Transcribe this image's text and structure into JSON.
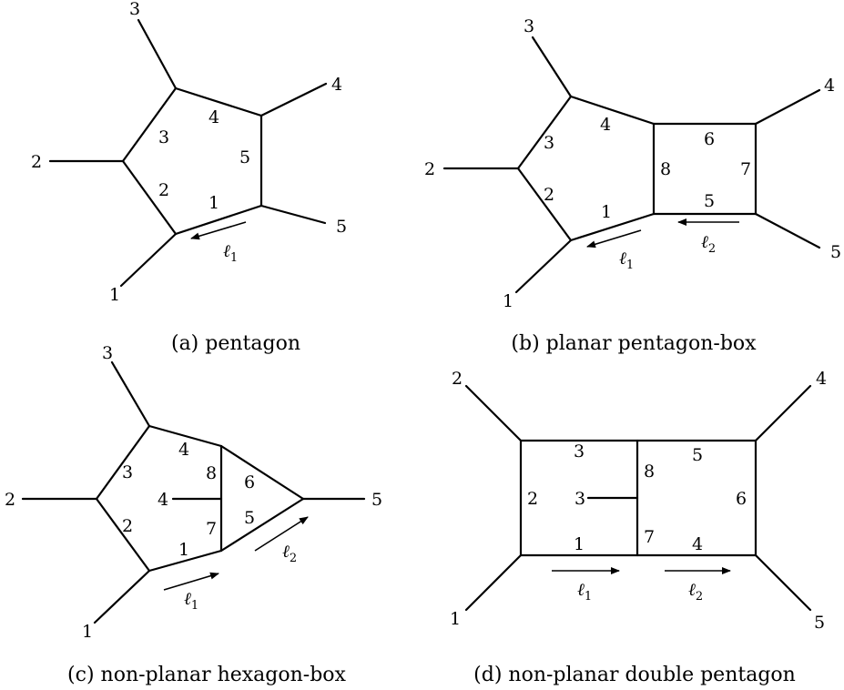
{
  "panels": {
    "a": {
      "caption": "(a) pentagon",
      "external": [
        "1",
        "2",
        "3",
        "4",
        "5"
      ],
      "internal": [
        "1",
        "2",
        "3",
        "4",
        "5"
      ],
      "loop_momenta": [
        {
          "symbol": "ℓ",
          "sub": "1"
        }
      ]
    },
    "b": {
      "caption": "(b) planar pentagon-box",
      "external": [
        "1",
        "2",
        "3",
        "4",
        "5"
      ],
      "internal": [
        "1",
        "2",
        "3",
        "4",
        "5",
        "6",
        "7",
        "8"
      ],
      "loop_momenta": [
        {
          "symbol": "ℓ",
          "sub": "1"
        },
        {
          "symbol": "ℓ",
          "sub": "2"
        }
      ]
    },
    "c": {
      "caption": "(c) non-planar hexagon-box",
      "external": [
        "1",
        "2",
        "3",
        "4",
        "5"
      ],
      "internal": [
        "1",
        "2",
        "3",
        "4",
        "5",
        "6",
        "7",
        "8"
      ],
      "loop_momenta": [
        {
          "symbol": "ℓ",
          "sub": "1"
        },
        {
          "symbol": "ℓ",
          "sub": "2"
        }
      ]
    },
    "d": {
      "caption": "(d) non-planar double pentagon",
      "external": [
        "1",
        "2",
        "3",
        "4",
        "5"
      ],
      "internal": [
        "1",
        "2",
        "3",
        "4",
        "5",
        "6",
        "7",
        "8"
      ],
      "loop_momenta": [
        {
          "symbol": "ℓ",
          "sub": "1"
        },
        {
          "symbol": "ℓ",
          "sub": "2"
        }
      ]
    }
  }
}
